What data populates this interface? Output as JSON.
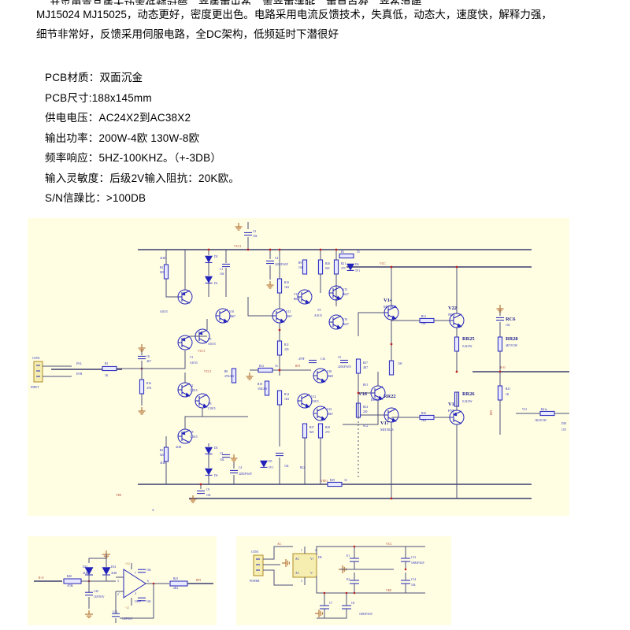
{
  "document": {
    "intro": {
      "line0_clipped": "并采用高品质大功率低频对管。音质更出色，声音更清晰，更显自然，音色温暖",
      "line1": "MJ15024 MJ15025，动态更好，密度更出色。电路采用电流反馈技术，失真低，动态大，速度快，解释力强，",
      "line2": "细节非常好，反馈采用伺服电路，全DC架构，低频延时下潜很好"
    },
    "specs": [
      "PCB材质：双面沉金",
      "PCB尺寸:188x145mm",
      "供电电压：AC24X2到AC38X2",
      "输出功率：200W-4欧    130W-8欧",
      "频率响应：5HZ-100KHZ。（+-3DB）",
      "输入灵敏度：后级2V输入阻抗：20K欧。",
      "S/N信躁比：>100DB"
    ]
  },
  "schematics": {
    "main": {
      "name": "main-amplifier-schematic",
      "background": "#fffee3",
      "nets": [
        "VCC1",
        "VCC",
        "VEE1",
        "VEE",
        "RP1",
        "RP2",
        "R-O",
        "AC"
      ],
      "connectors": [
        {
          "ref": "CON3",
          "label": "INPUT",
          "pins": 3
        }
      ],
      "transistors": [
        {
          "ref": "V1",
          "type": "A1015"
        },
        {
          "ref": "V2",
          "type": "C1815"
        },
        {
          "ref": "V5",
          "type": "A1015"
        },
        {
          "ref": "V6",
          "type": "C1815"
        },
        {
          "ref": "V7",
          "type": "A1015"
        },
        {
          "ref": "V8",
          "type": "C1815"
        },
        {
          "ref": "V9",
          "type": "A1015"
        },
        {
          "ref": "V10",
          "type": "D667"
        },
        {
          "ref": "V11",
          "type": "B647"
        },
        {
          "ref": "V12",
          "type": "C1815"
        },
        {
          "ref": "V13",
          "type": "D667"
        },
        {
          "ref": "V14",
          "type": "MJ15022"
        },
        {
          "ref": "V15",
          "type": "B647"
        },
        {
          "ref": "V16",
          "type": "D669"
        },
        {
          "ref": "V17",
          "type": "MJ15023"
        },
        {
          "ref": "V18",
          "type": "PNP"
        },
        {
          "ref": "V19",
          "type": "B647"
        },
        {
          "ref": "V20",
          "type": "B647"
        },
        {
          "ref": "V22",
          "type": "NPN"
        },
        {
          "ref": "V23",
          "type": "D667"
        }
      ],
      "diodes": [
        {
          "ref": "D1",
          "type": "4148"
        },
        {
          "ref": "D2",
          "type": "4148"
        },
        {
          "ref": "D3",
          "type": "4148"
        },
        {
          "ref": "D4",
          "type": "4148"
        },
        {
          "ref": "D5",
          "type": "5V1"
        },
        {
          "ref": "D6",
          "type": "5V1"
        },
        {
          "ref": "D10",
          "type": "15V"
        }
      ],
      "resistors": [
        {
          "ref": "R1",
          "value": "33"
        },
        {
          "ref": "R2",
          "value": "820"
        },
        {
          "ref": "R3",
          "value": "820"
        },
        {
          "ref": "R5",
          "value": "1K"
        },
        {
          "ref": "R8",
          "value": "47K/2W"
        },
        {
          "ref": "R9",
          "value": "104"
        },
        {
          "ref": "R10",
          "value": "1K2"
        },
        {
          "ref": "R11",
          "value": "220"
        },
        {
          "ref": "R12",
          "value": "33"
        },
        {
          "ref": "R13",
          "value": "220"
        },
        {
          "ref": "R14",
          "value": "1K2"
        },
        {
          "ref": "R15",
          "value": "220"
        },
        {
          "ref": "R16",
          "value": "47K"
        },
        {
          "ref": "R18",
          "value": "33K/2W"
        },
        {
          "ref": "R20",
          "value": "820"
        },
        {
          "ref": "R21",
          "value": "270"
        },
        {
          "ref": "R22",
          "value": "104"
        },
        {
          "ref": "R27",
          "value": "820"
        },
        {
          "ref": "R28",
          "value": "270"
        },
        {
          "ref": "R29",
          "value": "33"
        },
        {
          "ref": "R31",
          "value": "100"
        },
        {
          "ref": "R34",
          "value": "240"
        },
        {
          "ref": "R37",
          "value": "4K7"
        },
        {
          "ref": "R41",
          "value": "1K"
        },
        {
          "ref": "R41a",
          "value": "1K2/0.5W"
        },
        {
          "ref": "RR22",
          "value": "100"
        },
        {
          "ref": "RR25",
          "value": "0.22/2W"
        },
        {
          "ref": "RR26",
          "value": "0.22/2W"
        },
        {
          "ref": "RR28",
          "value": "4K7/0.5W"
        },
        {
          "ref": "R-O",
          "value": "R-O"
        }
      ],
      "capacitors": [
        {
          "ref": "C1",
          "value": "104"
        },
        {
          "ref": "C2",
          "value": "104"
        },
        {
          "ref": "C3",
          "value": "104"
        },
        {
          "ref": "C4",
          "value": "220UF/63V"
        },
        {
          "ref": "C5",
          "value": "220UF/63V"
        },
        {
          "ref": "C6",
          "value": "4U7"
        },
        {
          "ref": "C9",
          "value": "104"
        },
        {
          "ref": "C16",
          "value": "47PF"
        },
        {
          "ref": "RC6",
          "value": "104"
        }
      ],
      "pots": [
        {
          "ref": "RP1"
        },
        {
          "ref": "RP2"
        }
      ]
    },
    "servo": {
      "name": "dc-servo-schematic",
      "background": "#fffee3",
      "nets": [
        "R-O",
        "RP1"
      ],
      "opamp": {
        "ref": "OP07",
        "pins": [
          "2",
          "3",
          "4",
          "6",
          "7"
        ]
      },
      "diodes": [
        {
          "ref": "D13",
          "type": "4148"
        },
        {
          "ref": "D14",
          "type": "4148"
        }
      ],
      "resistors": [
        {
          "ref": "R40",
          "value": "470K"
        },
        {
          "ref": "R43",
          "value": "2K2"
        }
      ],
      "capacitors": [
        {
          "ref": "C42",
          "value": "1UF/63V"
        },
        {
          "ref": "C43",
          "value": "1UF/63V"
        },
        {
          "ref": "C2x",
          "value": "104"
        },
        {
          "ref": "C3x",
          "value": "104"
        }
      ],
      "rails": [
        "+12",
        "-12"
      ]
    },
    "psu": {
      "name": "power-supply-schematic",
      "background": "#fffee3",
      "nets": [
        "AC",
        "VCC",
        "VEE"
      ],
      "connectors": [
        {
          "ref": "CON1",
          "label": "POWER",
          "pins": 3
        }
      ],
      "bridge": {
        "ref": "D8",
        "terminals": [
          "AC",
          "AC",
          "V+",
          "V-"
        ]
      },
      "capacitors": [
        {
          "ref": "E1",
          "value": ""
        },
        {
          "ref": "E2",
          "value": ""
        },
        {
          "ref": "C13",
          "value": "100UF/63V"
        },
        {
          "ref": "C14",
          "value": "104"
        },
        {
          "ref": "C7",
          "value": "100UF/63V"
        },
        {
          "ref": "C8",
          "value": "100UF/63V"
        }
      ]
    }
  }
}
